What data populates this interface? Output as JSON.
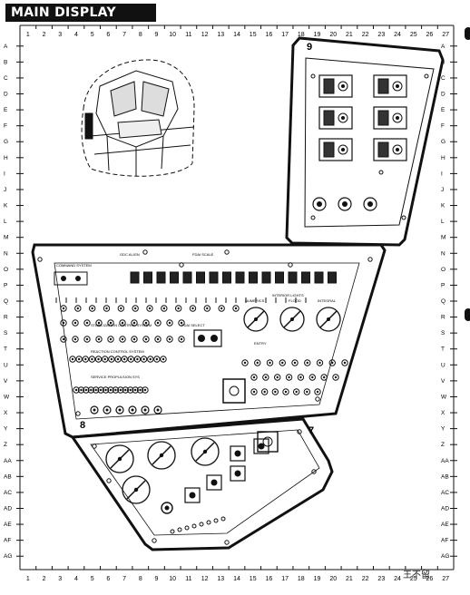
{
  "title": "MAIN DISPLAY CONSOLE",
  "grid": {
    "columns": [
      "1",
      "2",
      "3",
      "4",
      "5",
      "6",
      "7",
      "8",
      "9",
      "10",
      "11",
      "12",
      "13",
      "14",
      "15",
      "16",
      "17",
      "18",
      "19",
      "20",
      "21",
      "22",
      "23",
      "24",
      "25",
      "26",
      "27"
    ],
    "rows": [
      "A",
      "B",
      "C",
      "D",
      "E",
      "F",
      "G",
      "H",
      "I",
      "J",
      "K",
      "L",
      "M",
      "N",
      "O",
      "P",
      "Q",
      "R",
      "S",
      "T",
      "U",
      "V",
      "W",
      "X",
      "Y",
      "Z",
      "AA",
      "AB",
      "AC",
      "AD",
      "AE",
      "AF",
      "AG"
    ]
  },
  "panels": {
    "panel_9": {
      "number": "9"
    },
    "panel_8": {
      "number": "8",
      "header_gdc": "GDC ALIGN",
      "header_fdai": "FDAI SCALE",
      "label_cmd_sys": "COMMAND SYSTEM",
      "label_numerics": "NUMERICS",
      "label_floodlights": "FLOOD",
      "label_integral": "INTEGRAL",
      "label_interior_lights": "INTERIOR LIGHTS",
      "label_rcs": "REACTION CONTROL SYSTEM",
      "label_sps": "SERVICE PROPULSION SYS",
      "label_stab": "STABILIZATION CONTROL SYSTEM",
      "label_entry": "ENTRY",
      "label_fdai_select": "FDAI SELECT"
    },
    "panel_7": {
      "number": "7"
    }
  },
  "watermark": "王不留"
}
